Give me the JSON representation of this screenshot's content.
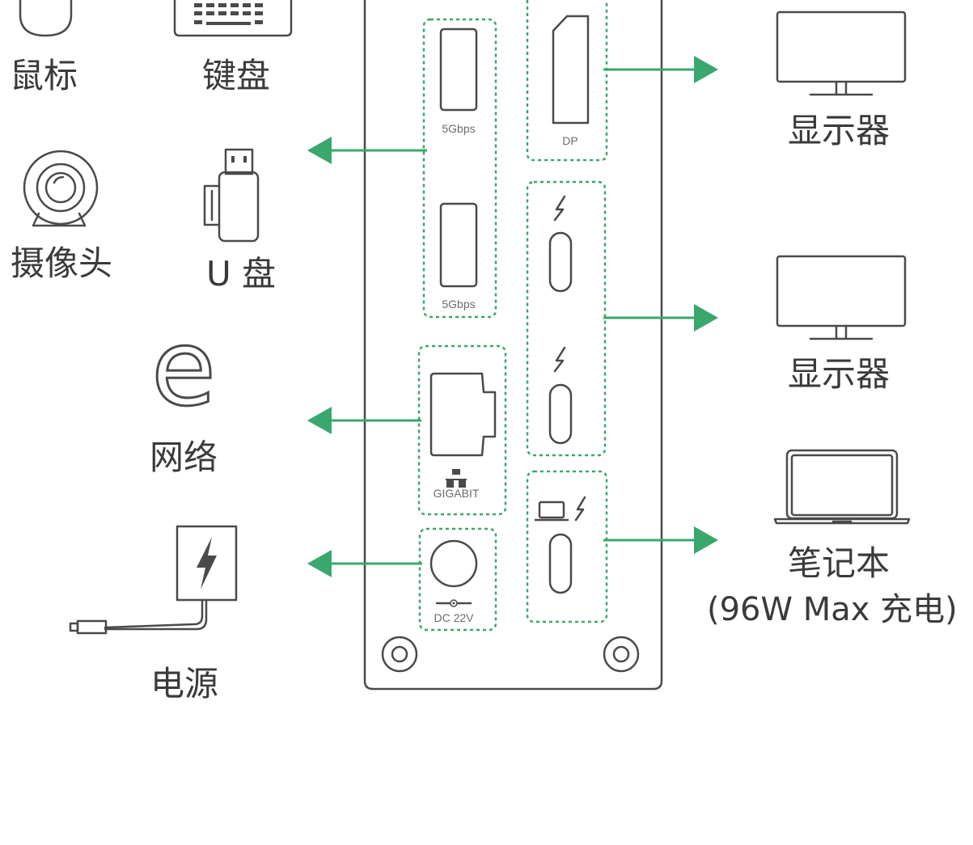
{
  "colors": {
    "accent": "#3aa76d",
    "stroke": "#4a4a4a",
    "text": "#3a3a3a"
  },
  "left_devices": {
    "mouse": "鼠标",
    "keyboard": "键盘",
    "webcam": "摄像头",
    "usb_drive": "U 盘",
    "network": "网络",
    "network_logo": "e",
    "power": "电源"
  },
  "ports": {
    "usb_a_1": "5Gbps",
    "usb_a_2": "5Gbps",
    "dp": "DP",
    "ethernet": "GIGABIT",
    "dc": "DC 22V"
  },
  "right_devices": {
    "display_1": "显示器",
    "display_2": "显示器",
    "laptop": "笔记本",
    "laptop_note": "(96W Max 充电)"
  },
  "icons": [
    "mouse-icon",
    "keyboard-icon",
    "webcam-icon",
    "usb-drive-icon",
    "ie-logo-icon",
    "power-adapter-icon",
    "monitor-icon",
    "laptop-icon",
    "thunderbolt-icon"
  ]
}
